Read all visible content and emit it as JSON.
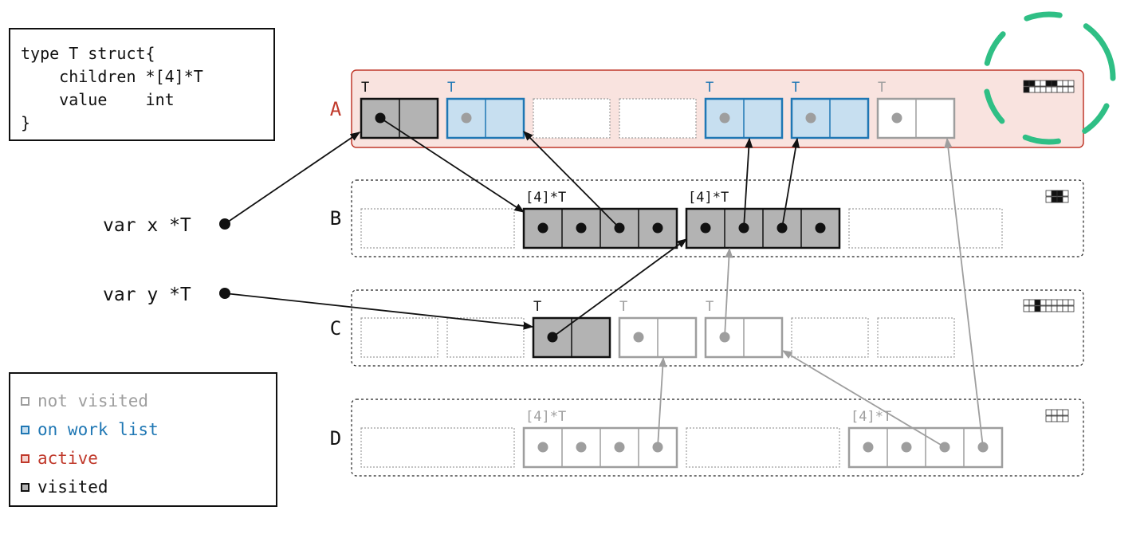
{
  "code": {
    "lines": [
      "type T struct{",
      "    children *[4]*T",
      "    value    int",
      "}"
    ]
  },
  "legend": [
    {
      "label": "not visited",
      "color": "#9e9e9e",
      "fill": "#ffffff"
    },
    {
      "label": "on work list",
      "color": "#1f77b4",
      "fill": "#c7dff0"
    },
    {
      "label": "active",
      "color": "#c0392b",
      "fill": "#f6d5d0"
    },
    {
      "label": "visited",
      "color": "#111111",
      "fill": "#b3b3b3"
    }
  ],
  "vars": [
    {
      "label": "var x *T"
    },
    {
      "label": "var y *T"
    }
  ],
  "spans": [
    {
      "label": "A",
      "state": "active"
    },
    {
      "label": "B",
      "state": "normal"
    },
    {
      "label": "C",
      "state": "normal"
    },
    {
      "label": "D",
      "state": "normal"
    }
  ],
  "type_labels": {
    "T": "T",
    "arr": "[4]*T"
  },
  "colors": {
    "visited_stroke": "#111111",
    "visited_fill": "#b3b3b3",
    "work_stroke": "#1f77b4",
    "work_fill": "#c7dff0",
    "gray_stroke": "#9e9e9e",
    "active_stroke": "#c0392b",
    "active_fill": "#f9e3df",
    "sweep": "#2fbf85"
  }
}
